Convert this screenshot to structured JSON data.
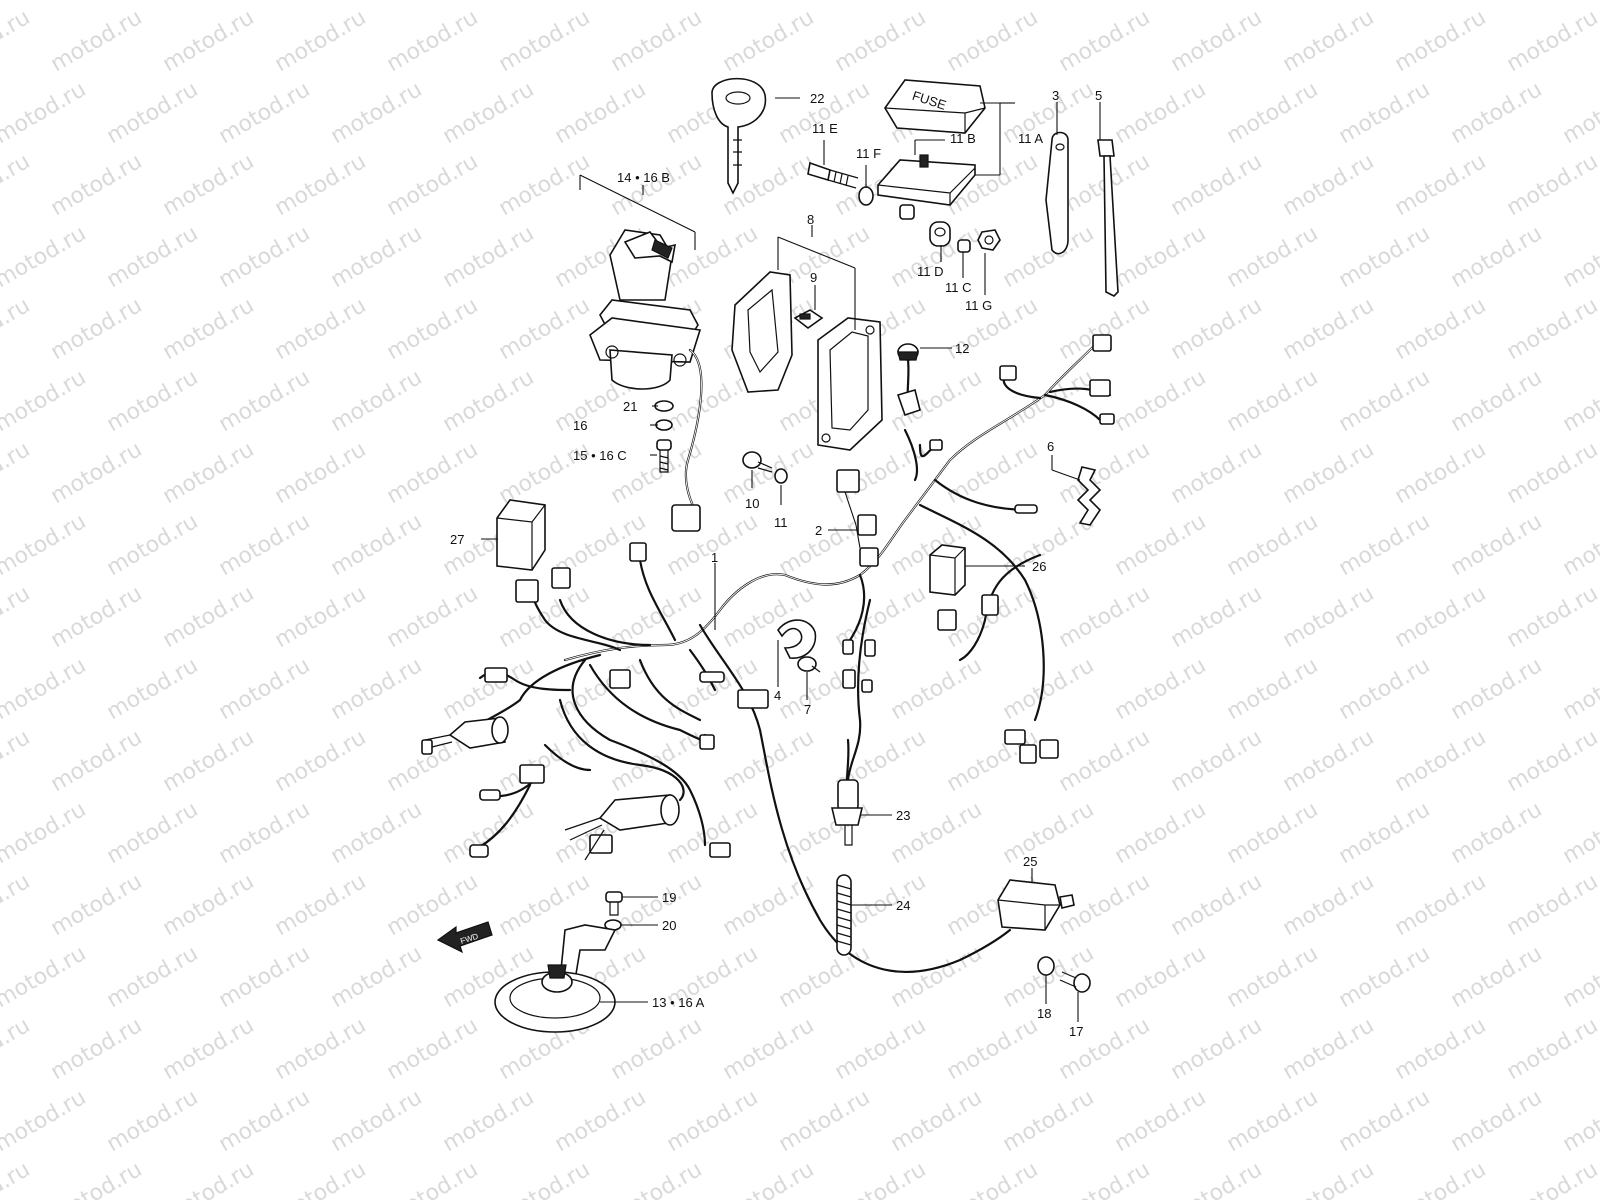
{
  "watermark": "motod.ru",
  "fuse_text": "FUSE",
  "fwd_text": "FWD",
  "callouts": [
    {
      "id": "c1",
      "text": "1"
    },
    {
      "id": "c2",
      "text": "2"
    },
    {
      "id": "c3",
      "text": "3"
    },
    {
      "id": "c4",
      "text": "4"
    },
    {
      "id": "c5",
      "text": "5"
    },
    {
      "id": "c6",
      "text": "6"
    },
    {
      "id": "c7",
      "text": "7"
    },
    {
      "id": "c8",
      "text": "8"
    },
    {
      "id": "c9",
      "text": "9"
    },
    {
      "id": "c10",
      "text": "10"
    },
    {
      "id": "c11",
      "text": "11"
    },
    {
      "id": "c11a",
      "text": "11 A"
    },
    {
      "id": "c11b",
      "text": "11 B"
    },
    {
      "id": "c11c",
      "text": "11 C"
    },
    {
      "id": "c11d",
      "text": "11 D"
    },
    {
      "id": "c11e",
      "text": "11 E"
    },
    {
      "id": "c11f",
      "text": "11 F"
    },
    {
      "id": "c11g",
      "text": "11 G"
    },
    {
      "id": "c12",
      "text": "12"
    },
    {
      "id": "c13",
      "text": "13 • 16 A"
    },
    {
      "id": "c14",
      "text": "14 • 16 B"
    },
    {
      "id": "c15",
      "text": "15 • 16 C"
    },
    {
      "id": "c16",
      "text": "16"
    },
    {
      "id": "c17",
      "text": "17"
    },
    {
      "id": "c18",
      "text": "18"
    },
    {
      "id": "c19",
      "text": "19"
    },
    {
      "id": "c20",
      "text": "20"
    },
    {
      "id": "c21",
      "text": "21"
    },
    {
      "id": "c22",
      "text": "22"
    },
    {
      "id": "c23",
      "text": "23"
    },
    {
      "id": "c24",
      "text": "24"
    },
    {
      "id": "c25",
      "text": "25"
    },
    {
      "id": "c26",
      "text": "26"
    },
    {
      "id": "c27",
      "text": "27"
    }
  ]
}
